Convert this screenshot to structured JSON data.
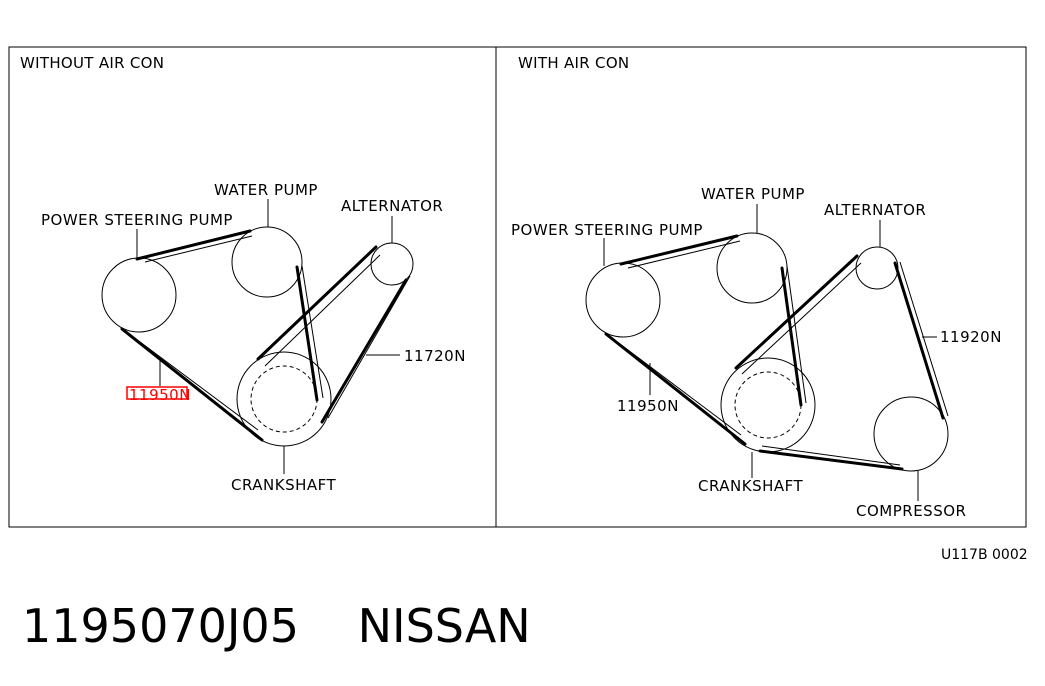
{
  "panels": [
    {
      "title": "WITHOUT AIR CON",
      "labels": {
        "power_steering_pump": "POWER STEERING PUMP",
        "water_pump": "WATER PUMP",
        "alternator": "ALTERNATOR",
        "crankshaft": "CRANKSHAFT",
        "belt_a": "11950N",
        "belt_b": "11720N"
      }
    },
    {
      "title": "WITH AIR CON",
      "labels": {
        "power_steering_pump": "POWER STEERING PUMP",
        "water_pump": "WATER PUMP",
        "alternator": "ALTERNATOR",
        "crankshaft": "CRANKSHAFT",
        "compressor": "COMPRESSOR",
        "belt_a": "11950N",
        "belt_b": "11920N"
      }
    }
  ],
  "diagram_code": "U117B 0002",
  "part_number": "1195070J05",
  "brand": "NISSAN",
  "highlight_color": "#ff0000"
}
